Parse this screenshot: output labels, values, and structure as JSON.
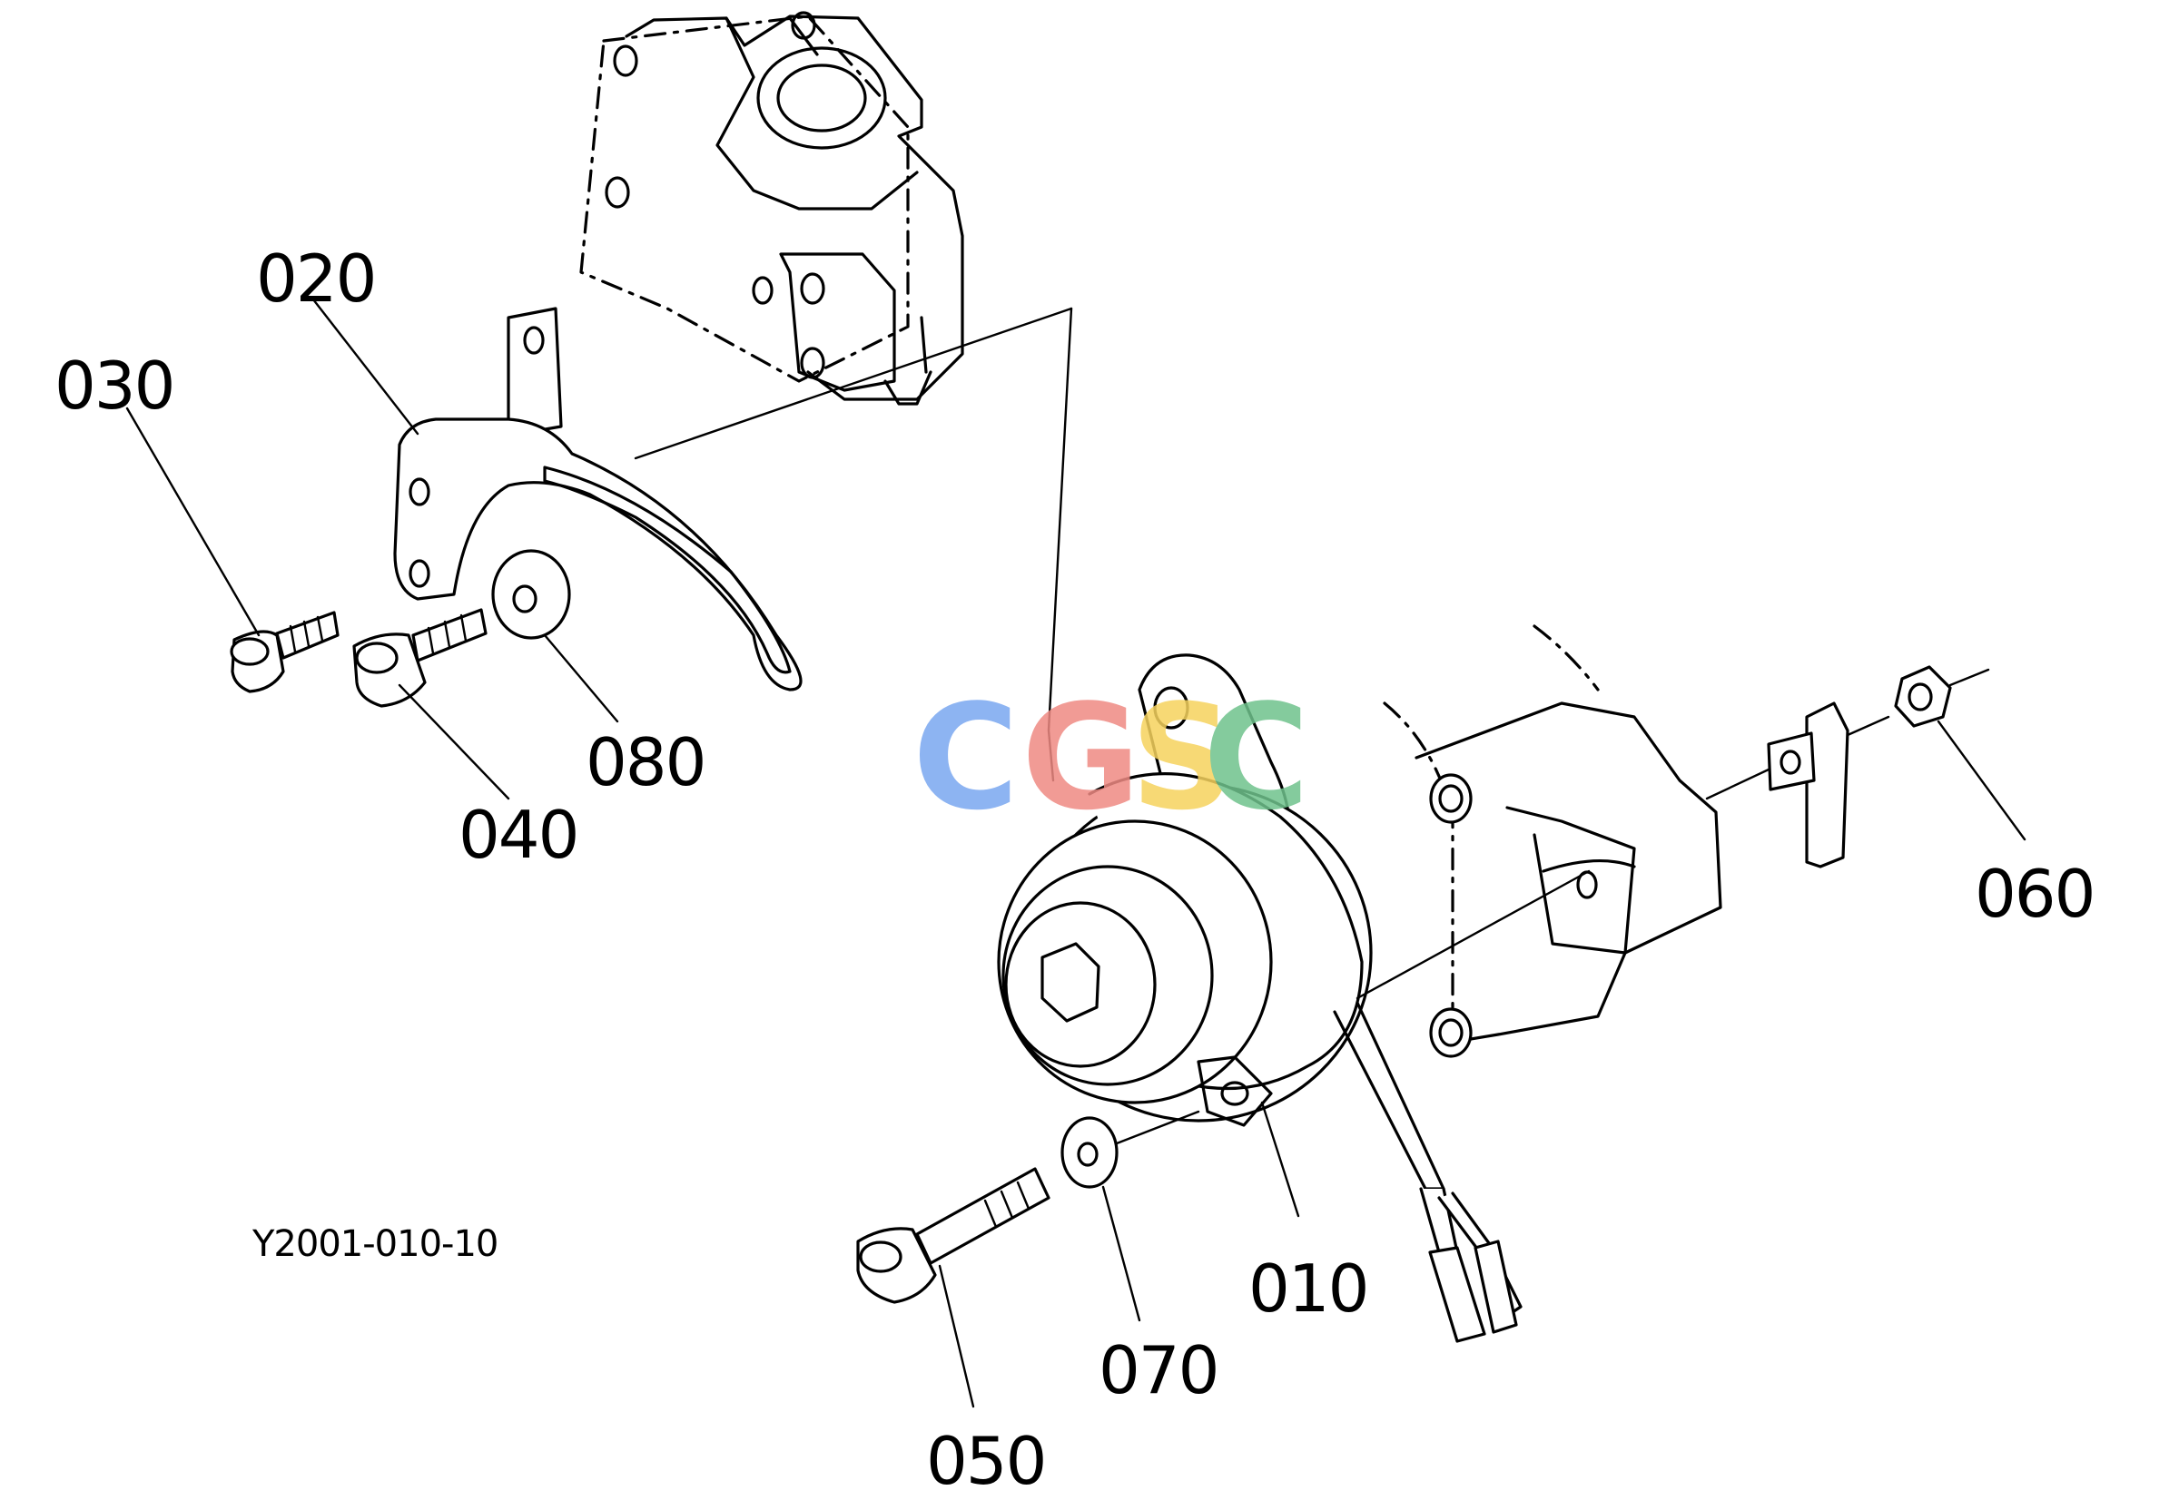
{
  "reference_code": "Y2001-010-10",
  "watermark": {
    "letters": [
      "C",
      "G",
      "S",
      "C"
    ],
    "colors": [
      "#7aa7f0",
      "#ef8a83",
      "#f6d35e",
      "#6fc28c"
    ]
  },
  "callouts": {
    "p010": "010",
    "p020": "020",
    "p030": "030",
    "p040": "040",
    "p050": "050",
    "p060": "060",
    "p070": "070",
    "p080": "080"
  }
}
